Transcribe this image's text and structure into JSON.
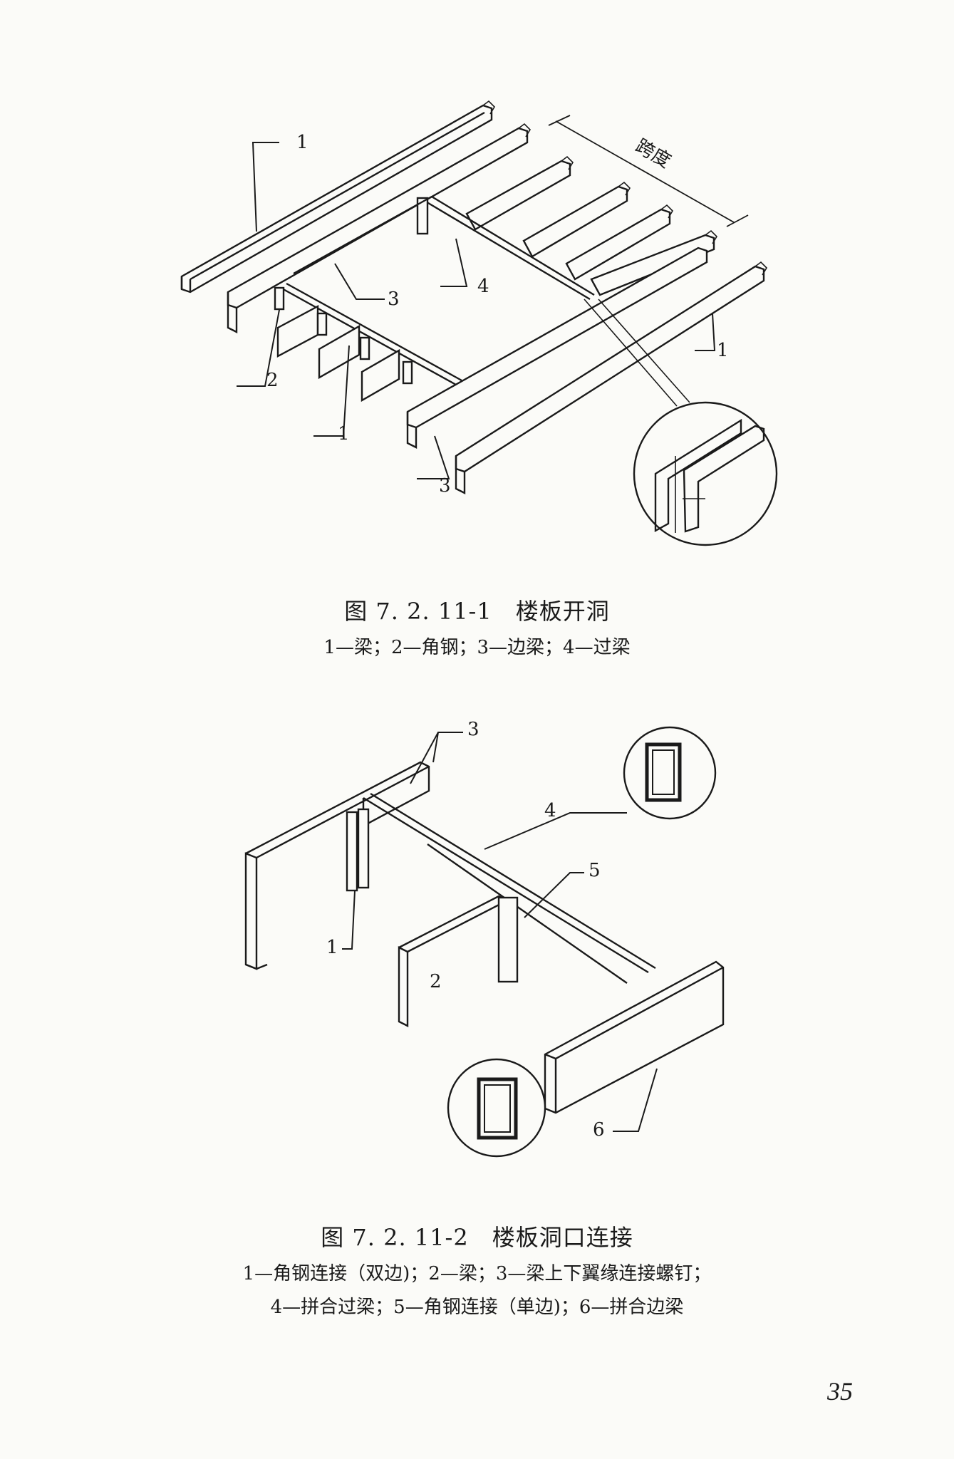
{
  "figure1": {
    "caption_title": "图 7. 2. 11-1　楼板开洞",
    "caption_legend": "1—梁；2—角钢；3—边梁；4—过梁",
    "labels": {
      "beam_top": "1",
      "beam_right": "1",
      "beam_bottom": "1",
      "angle": "2",
      "edge_beam_inner": "3",
      "edge_beam_outer": "3",
      "header": "4",
      "span": "跨度"
    }
  },
  "figure2": {
    "caption_title": "图 7. 2. 11-2　楼板洞口连接",
    "caption_legend_line1": "1—角钢连接（双边)；2—梁；3—梁上下翼缘连接螺钉；",
    "caption_legend_line2": "4—拼合过梁；5—角钢连接（单边)；6—拼合边梁",
    "labels": {
      "angle_double": "1",
      "beam": "2",
      "screws": "3",
      "built_up_header": "4",
      "angle_single": "5",
      "built_up_edge": "6"
    }
  },
  "page_number": "35"
}
